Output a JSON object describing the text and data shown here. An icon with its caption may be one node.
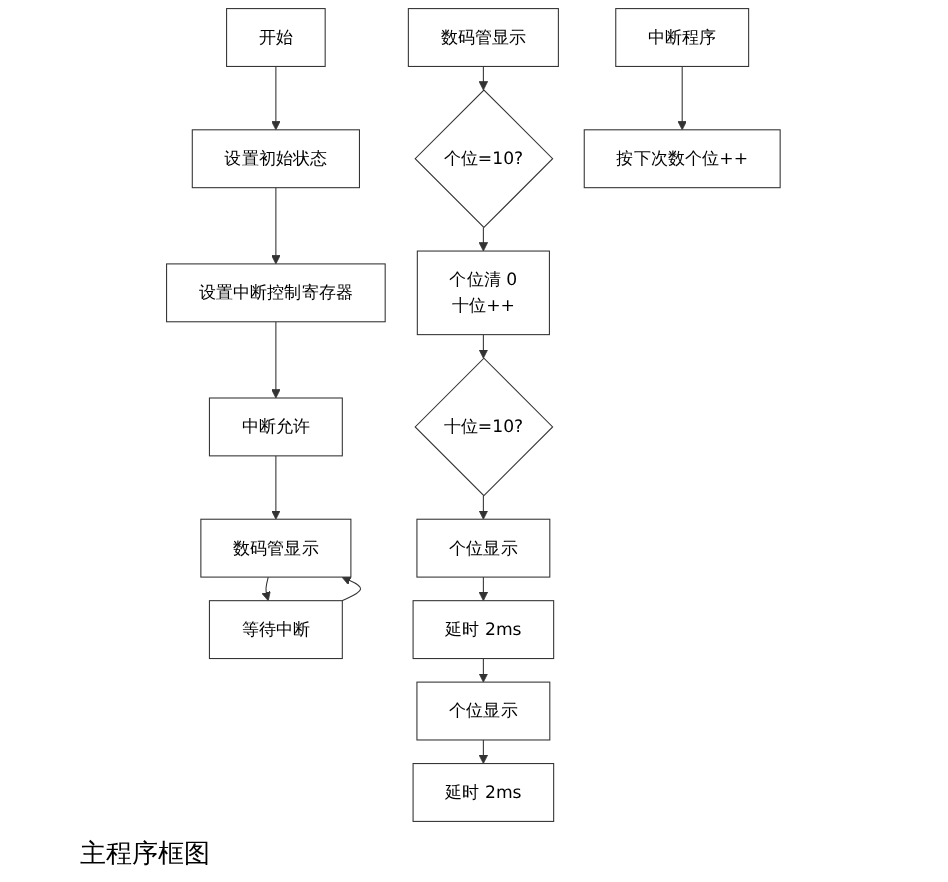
{
  "diagram": {
    "nodes": [
      {
        "text": [
          "开始"
        ]
      },
      {
        "text": [
          "设置初始状态"
        ]
      },
      {
        "text": [
          "设置中断控制寄存器"
        ]
      },
      {
        "text": [
          "中断允许"
        ]
      },
      {
        "text": [
          "数码管显示"
        ]
      },
      {
        "text": [
          "等待中断"
        ]
      },
      {
        "text": [
          "数码管显示"
        ]
      },
      {
        "text": [
          "个位=10?"
        ]
      },
      {
        "text": [
          "个位清 0",
          "十位++"
        ]
      },
      {
        "text": [
          "十位=10?"
        ]
      },
      {
        "text": [
          "个位显示"
        ]
      },
      {
        "text": [
          "延时 2ms"
        ]
      },
      {
        "text": [
          "个位显示"
        ]
      },
      {
        "text": [
          "延时 2ms"
        ]
      },
      {
        "text": [
          "中断程序"
        ]
      },
      {
        "text": [
          "按下次数个位++"
        ]
      }
    ],
    "edges": [
      {
        "from": 0,
        "to": 1,
        "arrow": "to"
      },
      {
        "from": 1,
        "to": 2,
        "arrow": "to"
      },
      {
        "from": 2,
        "to": 3,
        "arrow": "to"
      },
      {
        "from": 3,
        "to": 4,
        "arrow": "to"
      },
      {
        "from": 4,
        "to": 5,
        "arrow": "to"
      },
      {
        "from": 5,
        "to": 4,
        "arrow": "to"
      },
      {
        "from": 6,
        "to": 7,
        "arrow": "to"
      },
      {
        "from": 7,
        "to": 8,
        "arrow": "to"
      },
      {
        "from": 8,
        "to": 9,
        "arrow": "to"
      },
      {
        "from": 9,
        "to": 10,
        "arrow": "to"
      },
      {
        "from": 10,
        "to": 11,
        "arrow": "to"
      },
      {
        "from": 11,
        "to": 12,
        "arrow": "to"
      },
      {
        "from": 12,
        "to": 13,
        "arrow": "to"
      },
      {
        "from": 14,
        "to": 15,
        "arrow": "to"
      }
    ],
    "labels": [
      "主程序框图"
    ]
  }
}
